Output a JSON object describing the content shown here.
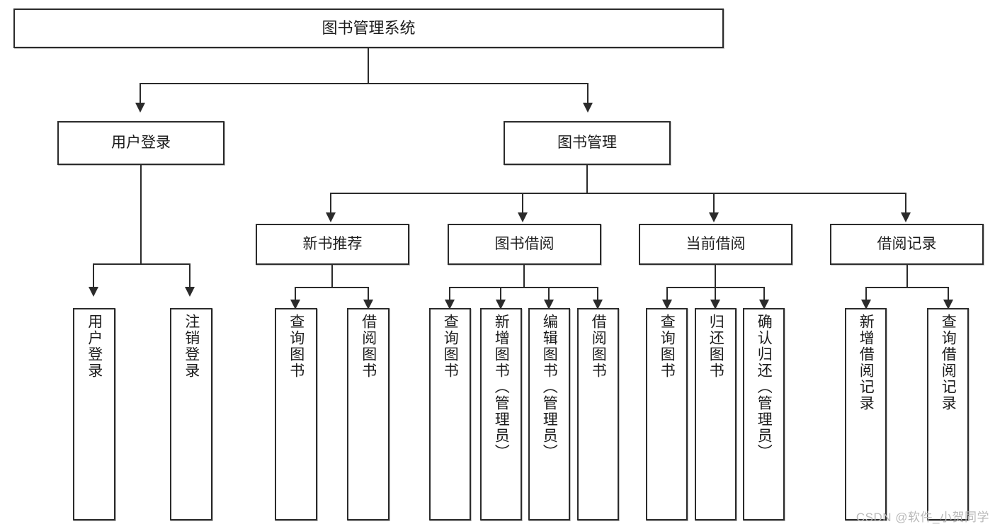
{
  "diagram": {
    "title": "图书管理系统",
    "type": "hierarchy-tree",
    "levels": 4,
    "root": {
      "label": "图书管理系统"
    },
    "level2": [
      {
        "label": "用户登录"
      },
      {
        "label": "图书管理"
      }
    ],
    "level3": [
      {
        "label": "新书推荐"
      },
      {
        "label": "图书借阅"
      },
      {
        "label": "当前借阅"
      },
      {
        "label": "借阅记录"
      }
    ],
    "leaves": {
      "user_login": [
        {
          "label": "用户登录"
        },
        {
          "label": "注销登录"
        }
      ],
      "new_book_recommend": [
        {
          "label": "查询图书"
        },
        {
          "label": "借阅图书"
        }
      ],
      "book_borrow": [
        {
          "label": "查询图书"
        },
        {
          "label": "新增图书（管理员）"
        },
        {
          "label": "编辑图书（管理员）"
        },
        {
          "label": "借阅图书"
        }
      ],
      "current_borrow": [
        {
          "label": "查询图书"
        },
        {
          "label": "归还图书"
        },
        {
          "label": "确认归还（管理员）"
        }
      ],
      "borrow_record": [
        {
          "label": "新增借阅记录"
        },
        {
          "label": "查询借阅记录"
        }
      ]
    }
  },
  "watermark": {
    "text": "CSDN @软件_小贺同学"
  },
  "colors": {
    "stroke": "#2b2b2b",
    "fill": "#ffffff",
    "text": "#1c1c1c",
    "watermark": "#b9b9b9"
  }
}
